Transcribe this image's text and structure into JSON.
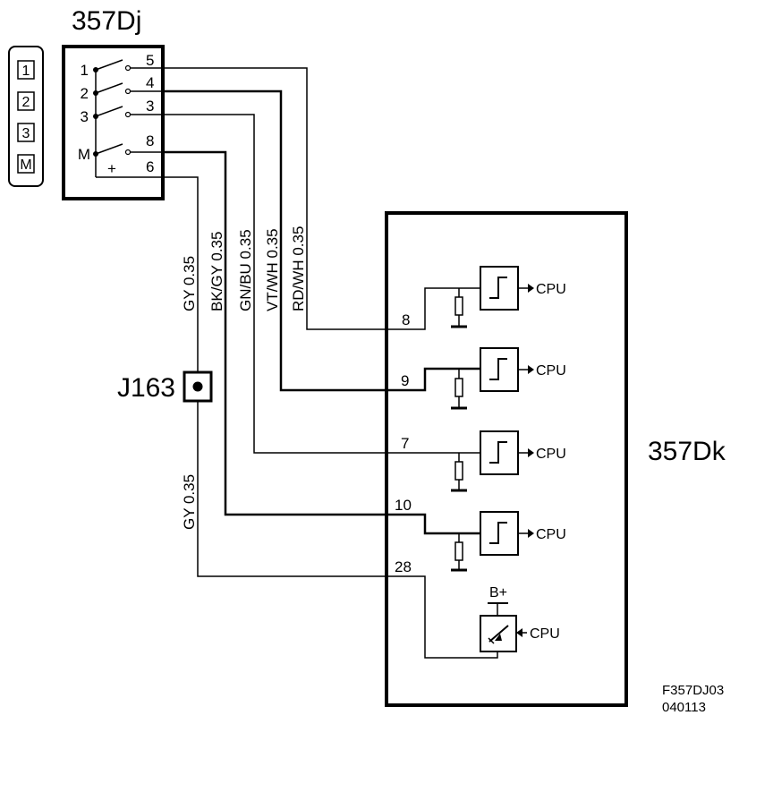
{
  "components": {
    "switch": {
      "label": "357Dj",
      "left_pins": [
        "1",
        "2",
        "3",
        "M"
      ],
      "plus": "+",
      "right_pins": [
        "5",
        "4",
        "3",
        "8",
        "6"
      ]
    },
    "module": {
      "label": "357Dk",
      "pins": [
        "8",
        "9",
        "7",
        "10",
        "28"
      ],
      "cpu_label": "CPU",
      "supply": "B+"
    },
    "connector": {
      "label": "J163"
    }
  },
  "legend": [
    "1",
    "2",
    "3",
    "M"
  ],
  "wires": {
    "gy_top": "GY  0.35",
    "bk_gy": "BK/GY  0.35",
    "gn_bu": "GN/BU  0.35",
    "vt_wh": "VT/WH  0.35",
    "rd_wh": "RD/WH  0.35",
    "gy_bottom": "GY  0.35"
  },
  "figure": {
    "id": "F357DJ03",
    "date": "040113"
  }
}
